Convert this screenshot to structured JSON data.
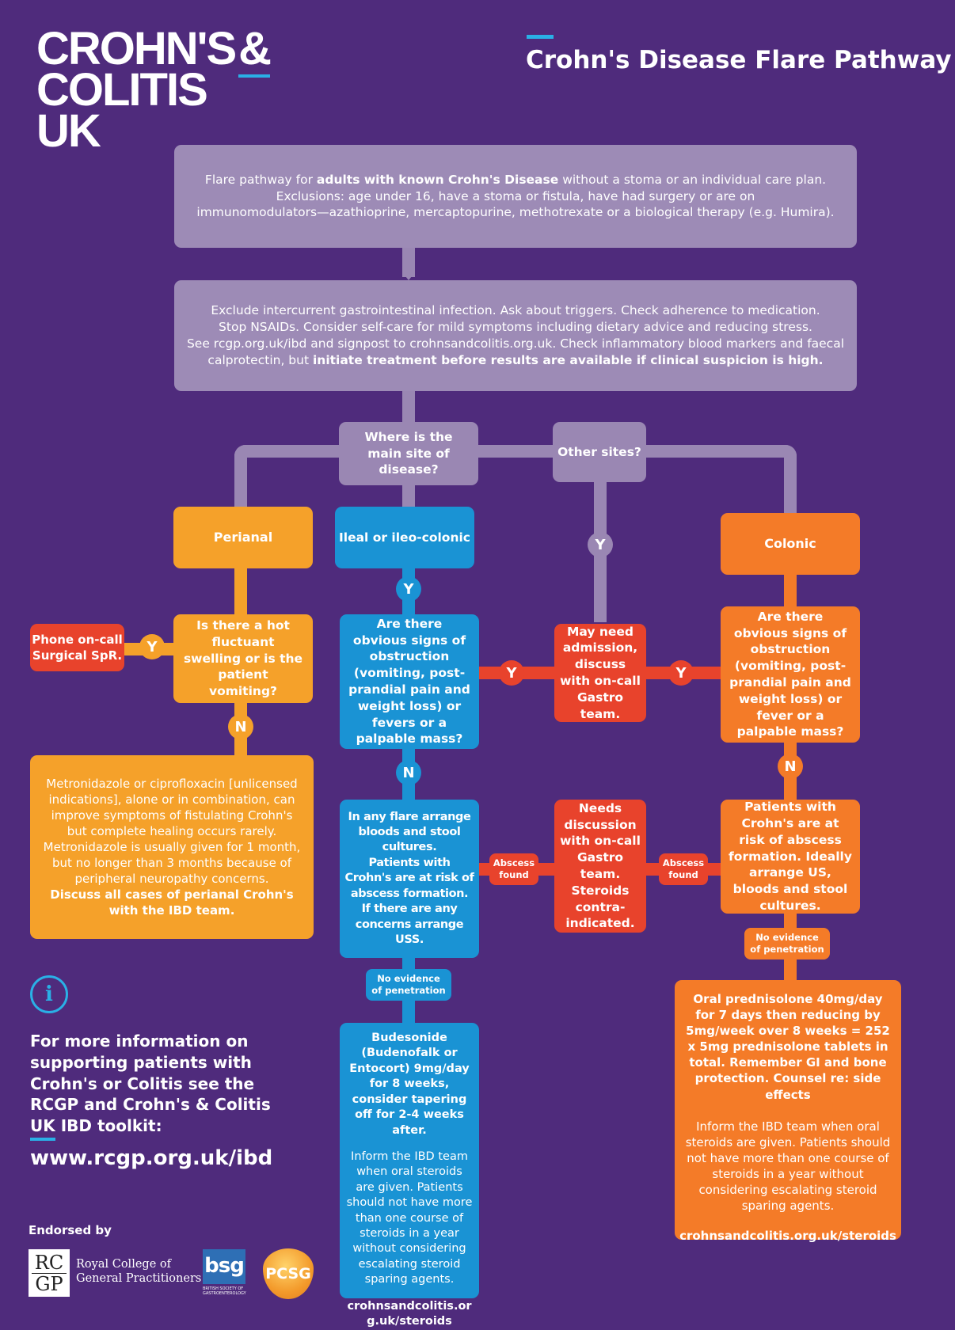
{
  "header": {
    "logo_line1": "CROHN'S",
    "logo_amp": "&",
    "logo_line2": "COLITIS UK",
    "title": "Crohn's Disease Flare Pathway"
  },
  "intro": {
    "line1_pre": "Flare pathway for ",
    "line1_bold": "adults with known Crohn's Disease",
    "line1_post": " without a stoma or an individual care plan.",
    "line2": "Exclusions: age under 16, have a stoma or fistula, have had surgery or are on",
    "line3": "immunomodulators—azathioprine, mercaptopurine, methotrexate or a biological therapy (e.g. Humira)."
  },
  "assessment": {
    "line1": "Exclude intercurrent gastrointestinal infection. Ask about triggers. Check adherence to medication.",
    "line2": "Stop NSAIDs. Consider self-care for mild symptoms including dietary advice and reducing stress.",
    "line3": "See rcgp.org.uk/ibd and signpost to crohnsandcolitis.org.uk. Check inflammatory blood markers and faecal",
    "line4_pre": "calprotectin, but ",
    "line4_bold": "initiate treatment before results are available if clinical suspicion is high."
  },
  "site_question": "Where is the main site of disease?",
  "other_sites": "Other sites?",
  "branches": {
    "perianal": "Perianal",
    "ileal": "Ileal or ileo-colonic",
    "colonic": "Colonic"
  },
  "perianal_question": "Is there a hot fluctuant swelling or is the patient vomiting?",
  "phone_surgical": "Phone on-call Surgical SpR.",
  "perianal_treatment": {
    "body": "Metronidazole or ciprofloxacin [unlicensed indications], alone or in combination, can improve symptoms of fistulating Crohn's but complete healing occurs rarely. Metronidazole is usually given for 1 month, but no longer than 3 months because of peripheral neuropathy concerns.",
    "bold": "Discuss all cases of perianal Crohn's with the IBD team."
  },
  "ileal_question": "Are there obvious signs of obstruction (vomiting, post-prandial pain and weight loss) or fevers or a palpable mass?",
  "admission": "May need admission, discuss with on-call Gastro team.",
  "colonic_question": "Are there obvious signs of obstruction (vomiting, post-prandial pain and weight loss) or fever or a palpable mass?",
  "ileal_bloods": {
    "p1": "In any flare arrange bloods and stool cultures.",
    "p2": "Patients with Crohn's are at risk of abscess formation.",
    "p3": "If there are any concerns arrange USS."
  },
  "needs_discussion": "Needs discussion with on-call Gastro team. Steroids contra-indicated.",
  "colonic_abscess": "Patients with Crohn's are at risk of abscess formation. Ideally arrange US, bloods and stool cultures.",
  "labels": {
    "yes": "Y",
    "no": "N",
    "abscess_found_1": "Abscess",
    "abscess_found_2": "found",
    "no_evidence_1": "No evidence",
    "no_evidence_2": "of penetration"
  },
  "budesonide": {
    "bold": "Budesonide (Budenofalk or Entocort) 9mg/day for 8 weeks, consider tapering off for 2-4 weeks after.",
    "body": "Inform the IBD team when oral steroids are given. Patients should not have more than one course of steroids in a year without considering escalating steroid sparing agents.",
    "link": "crohnsandcolitis.org.uk/steroids"
  },
  "prednisolone": {
    "bold": "Oral prednisolone 40mg/day for 7 days then reducing by 5mg/week over 8 weeks = 252 x 5mg prednisolone tablets in total. Remember GI and bone protection. Counsel re: side effects",
    "body": "Inform the IBD team when oral steroids are given. Patients should not have more than one course of steroids in a year without considering escalating steroid sparing agents.",
    "link": "crohnsandcolitis.org.uk/steroids"
  },
  "info": {
    "icon": "i",
    "text": "For more information on supporting patients with Crohn's or Colitis see the RCGP and Crohn's & Colitis UK IBD toolkit:",
    "url": "www.rcgp.org.uk/ibd"
  },
  "endorsed": {
    "label": "Endorsed by",
    "rcgp_mark_top": "RC",
    "rcgp_mark_bottom": "GP",
    "rcgp_line1": "Royal College of",
    "rcgp_line2": "General Practitioners",
    "bsg_mark": "bsg",
    "bsg_small1": "BRITISH SOCIETY OF",
    "bsg_small2": "GASTROENTEROLOGY",
    "pcsg": "PCSG"
  },
  "colors": {
    "background": "#4f2b7c",
    "lilac": "#9d8bb6",
    "yellow": "#f5a12a",
    "orange": "#f47b28",
    "blue": "#1a93d4",
    "red": "#e8432c",
    "accent": "#2ab0e6"
  }
}
